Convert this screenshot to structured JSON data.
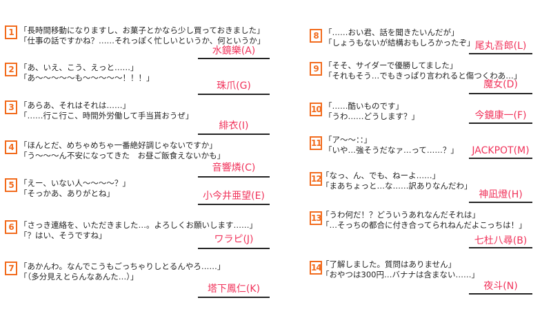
{
  "colors": {
    "accent": "#f26a1b",
    "answer": "#f0325a"
  },
  "items": [
    {
      "number": "1",
      "lines": [
        "「長時間移動になりますし、お菓子とかなら少し買っておきました」",
        "「仕事の話ですかね？……それっぽく忙しいというか、何というか」"
      ],
      "answer": "水鏡樂(A)"
    },
    {
      "number": "2",
      "lines": [
        "「あ、いえ、こう、えっと……」",
        "「あ～～～～～も～～～～～！！！」"
      ],
      "answer": "珠爪(G)"
    },
    {
      "number": "3",
      "lines": [
        "「あらあ、それはそれは……」",
        "「……行こ行こ、時間外労働して手当貰おうぜ」"
      ],
      "answer": "緋衣(I)"
    },
    {
      "number": "4",
      "lines": [
        "「ほんとだ、めちゃめちゃ一番絶好調じゃないですか」",
        "「う～～～ん不安になってきた　お昼ご飯食えないかも」"
      ],
      "answer": "音響燐(C)"
    },
    {
      "number": "5",
      "lines": [
        "「えー、いない人～～～～？」",
        "「そっかあ、ありがとね」"
      ],
      "answer": "小今井亜望(E)"
    },
    {
      "number": "6",
      "lines": [
        "「さっき連絡を、いただきました…。よろしくお願いします……」",
        "「？はい、そうですね」"
      ],
      "answer": "ワラピ(J)"
    },
    {
      "number": "7",
      "lines": [
        "「あかんわ。なんでこうもごっちゃりしとるんやろ……」",
        "「（多分見えとらんなあんた…）」"
      ],
      "answer": "塔下鳳仁(K)"
    },
    {
      "number": "8",
      "lines": [
        "「……おい君、話を聞きたいんだが」",
        "「しょうもないが結構おもしろかったぞ」"
      ],
      "answer": "尾丸吾郎(L)"
    },
    {
      "number": "9",
      "lines": [
        "「そそ、サイダーで優勝してました」",
        "「それもそう…でもきっぱり言われると傷つくわあ…」"
      ],
      "answer": "魔女(D)"
    },
    {
      "number": "10",
      "lines": [
        "「……酷いものです」",
        "「うわ……どうします？」"
      ],
      "answer": "今鏡康一(F)"
    },
    {
      "number": "11",
      "lines": [
        "「ア～～：：」",
        "「いや…強そうだなァ…って……？」"
      ],
      "answer": "JACKPOT(M)"
    },
    {
      "number": "12",
      "lines": [
        "「なっ、ん、でも、ねーよ……」",
        "「まあちょっと…な……訳ありなんだわ」"
      ],
      "answer": "神凪燈(H)"
    },
    {
      "number": "13",
      "lines": [
        "「うわ何だ！？どういうあれなんだそれは」",
        "「…そっちの都合に付き合ってられねんだよこっちは！」"
      ],
      "answer": "七杜八尋(B)"
    },
    {
      "number": "14",
      "lines": [
        "「了解しました。質問はありません」",
        "「おやつは300円…バナナは含まない……」"
      ],
      "answer": "夜斗(N)"
    }
  ]
}
